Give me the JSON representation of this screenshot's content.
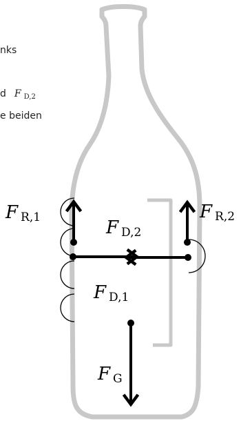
{
  "text_fragments": {
    "line1": "nks",
    "line2_text": "d",
    "line2_symbol": "F",
    "line2_sub": "D,2",
    "line3": "e beiden"
  },
  "forces": {
    "symbol": "F",
    "r1_sub": "R,1",
    "r2_sub": "R,2",
    "d1_sub": "D,1",
    "d2_sub": "D,2",
    "g_sub": "G"
  },
  "colors": {
    "bottle": "#c8c8c8",
    "ink": "#000000"
  }
}
